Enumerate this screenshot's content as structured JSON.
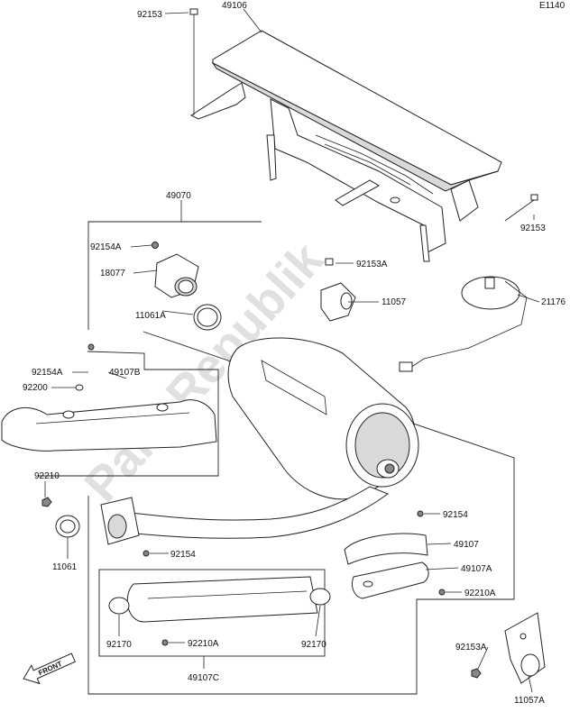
{
  "diagram_code": "E1140",
  "watermark": "PartsRepublik",
  "front_arrow_label": "FRONT",
  "labels": {
    "p92153_top": "92153",
    "p49106": "49106",
    "p49070": "49070",
    "p92153_right": "92153",
    "p92154A": "92154A",
    "p18077": "18077",
    "p92153A_mid": "92153A",
    "p11057": "11057",
    "p21176": "21176",
    "p11061A": "11061A",
    "p92154A_left": "92154A",
    "p49107B": "49107B",
    "p92200": "92200",
    "p92210": "92210",
    "p11061": "11061",
    "p92154_right": "92154",
    "p49107": "49107",
    "p92154_mid": "92154",
    "p49107A": "49107A",
    "p92210A_right": "92210A",
    "p92170_left": "92170",
    "p92210A_mid": "92210A",
    "p92170_right": "92170",
    "p49107C": "49107C",
    "p92153A_bottom": "92153A",
    "p11057A": "11057A"
  }
}
